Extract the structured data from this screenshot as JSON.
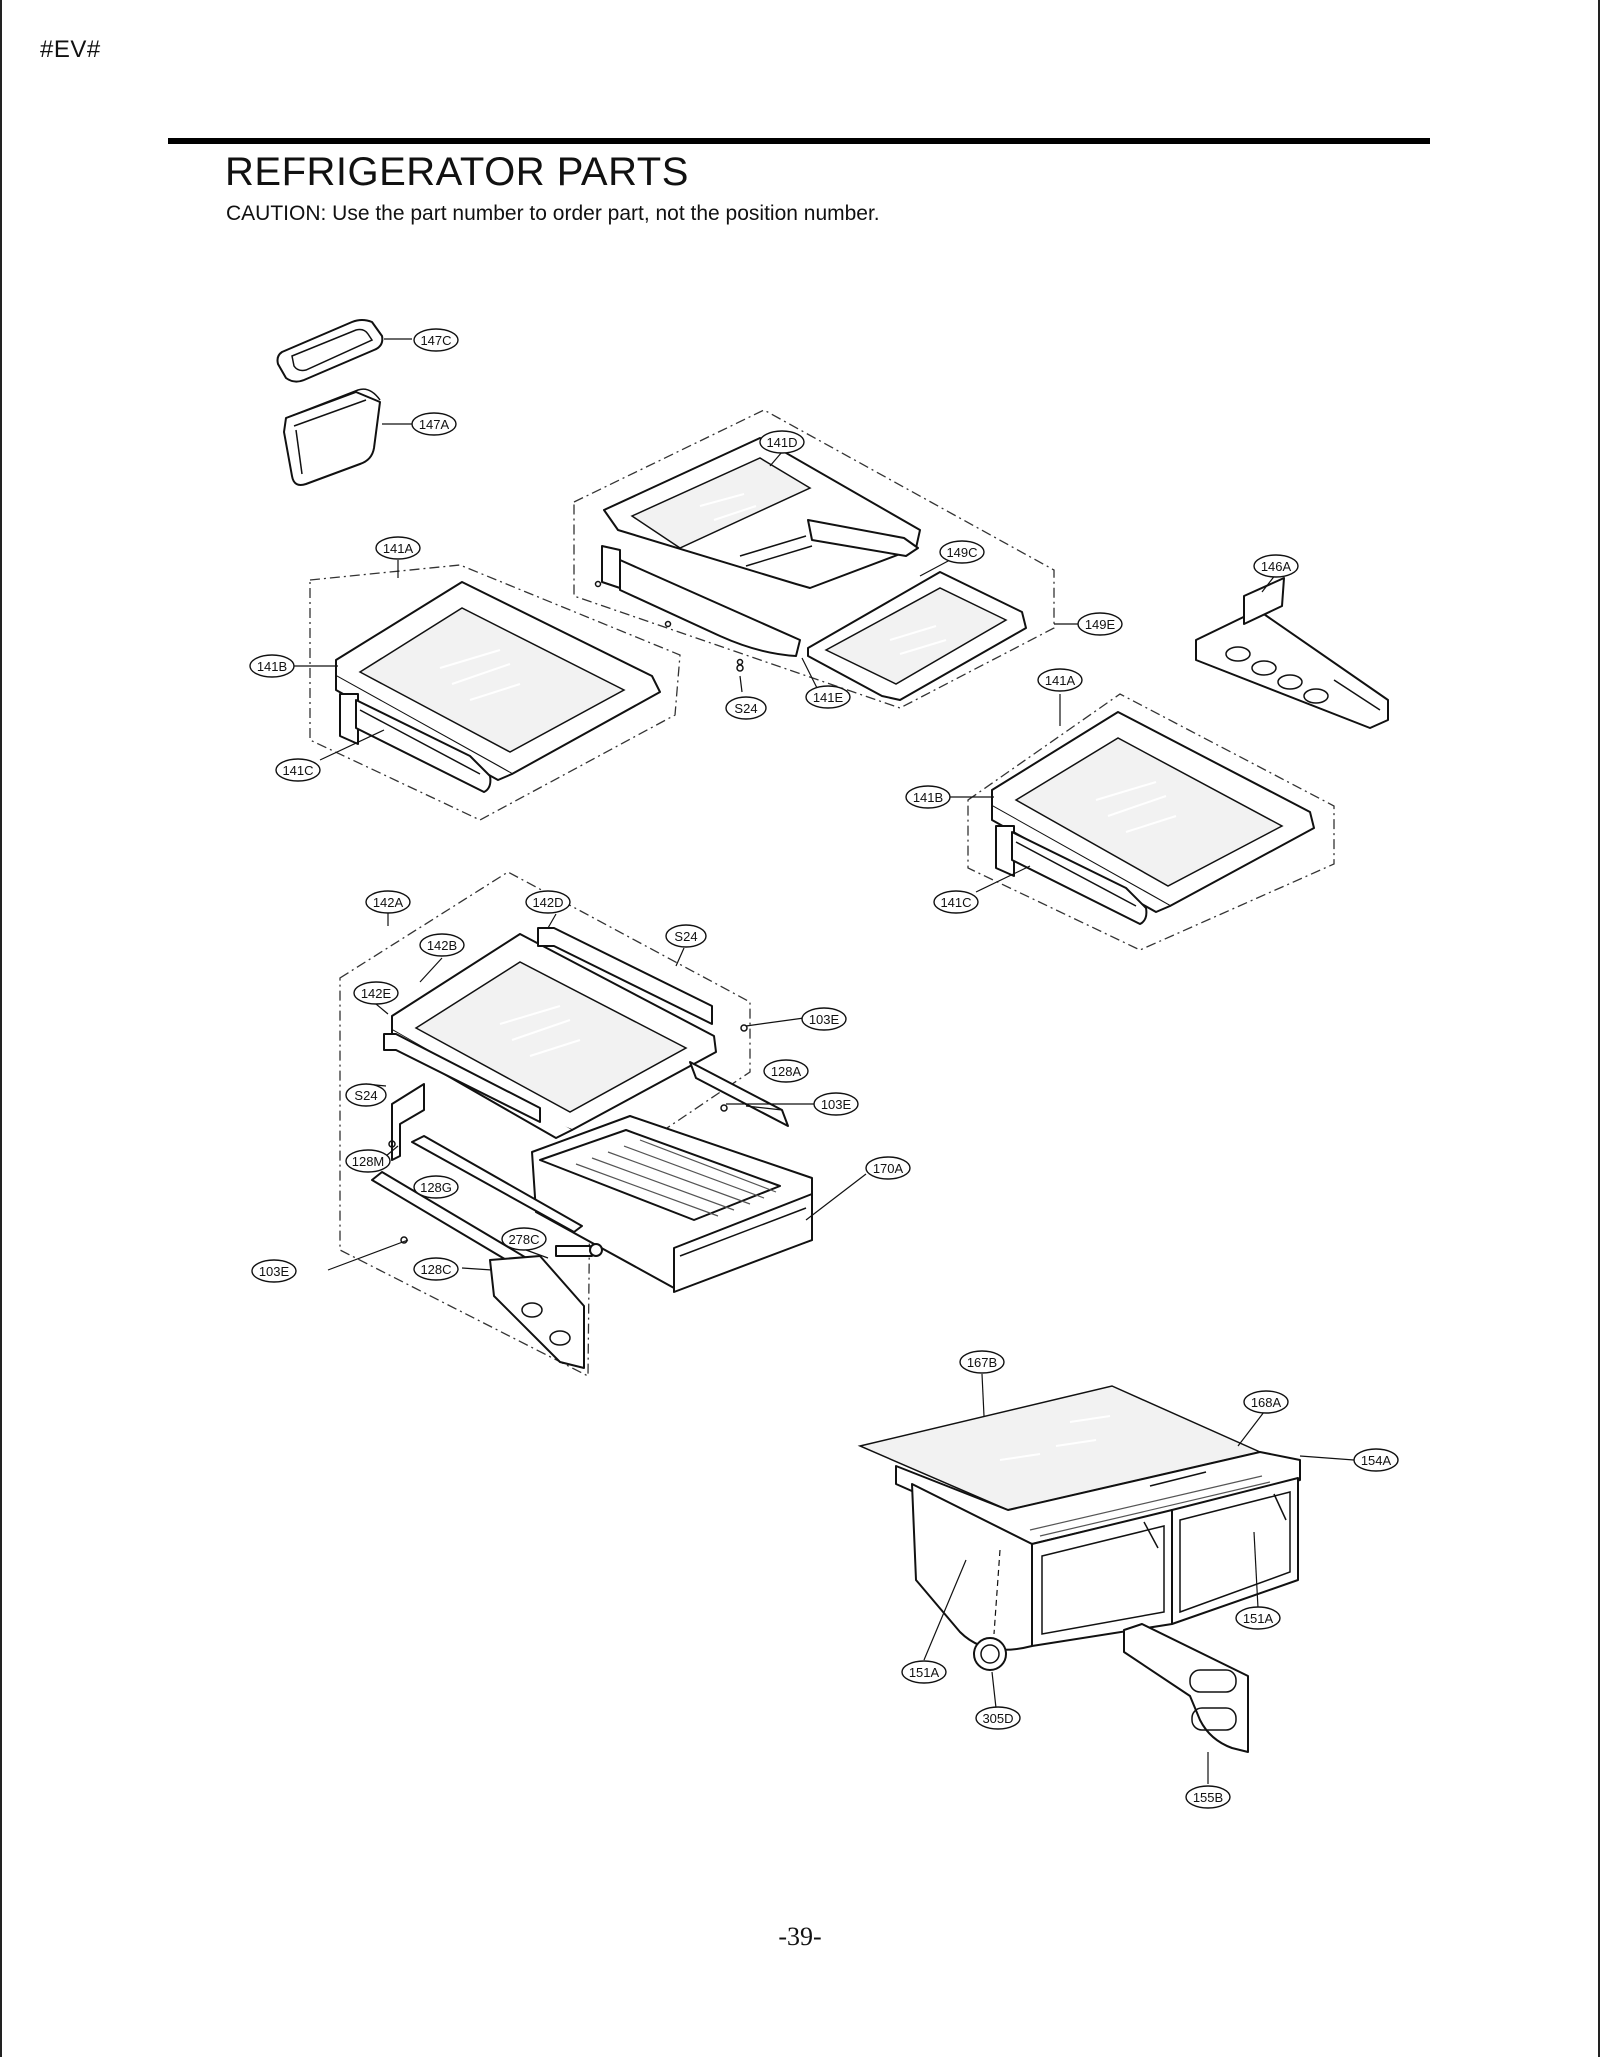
{
  "header": {
    "doc_code": "#EV#",
    "title": "REFRIGERATOR PARTS",
    "caution": "CAUTION: Use the part number to order part, not the position number."
  },
  "footer": {
    "page_number": "-39-"
  },
  "callouts": {
    "p147C": "147C",
    "p147A": "147A",
    "p141D": "141D",
    "p149C": "149C",
    "p146A": "146A",
    "p141A_left": "141A",
    "p141B_left": "141B",
    "p141C_left": "141C",
    "p149E": "149E",
    "p141E": "141E",
    "p24_top": "S24",
    "p141A_right": "141A",
    "p141B_right": "141B",
    "p141C_right": "141C",
    "p142A": "142A",
    "p142D": "142D",
    "p142B": "142B",
    "pS24_mid": "S24",
    "p142E": "142E",
    "p103E_a": "103E",
    "pS24_left": "S24",
    "p128A": "128A",
    "p103E_b": "103E",
    "p128M": "128M",
    "p170A": "170A",
    "p128G": "128G",
    "p278C": "278C",
    "p103E_c": "103E",
    "p128C": "128C",
    "p167B": "167B",
    "p168A": "168A",
    "p154A": "154A",
    "p151A_right": "151A",
    "p151A_left": "151A",
    "p305D": "305D",
    "p155B": "155B"
  }
}
